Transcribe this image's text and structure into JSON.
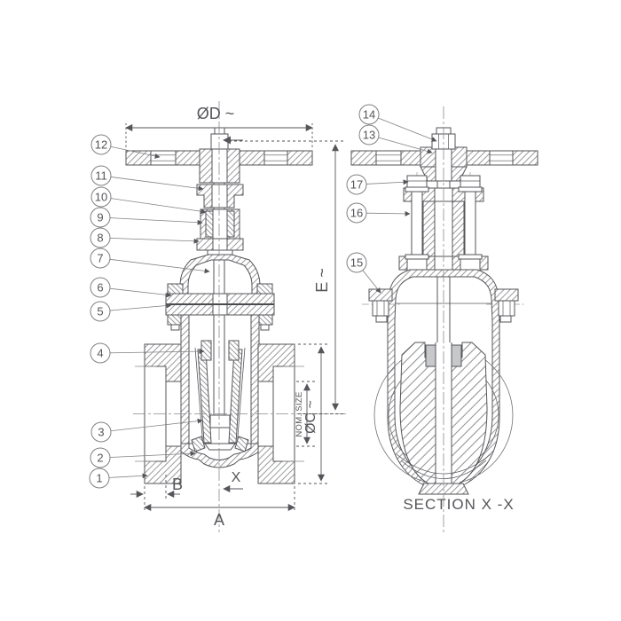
{
  "colors": {
    "background": "#ffffff",
    "line": "#55565a",
    "leader": "#808184",
    "hatch": "#6f7073"
  },
  "dimensions": {
    "diameter_d": "ØD ~",
    "height_e": "E ~",
    "diameter_c": "ØC ~",
    "nominal_size": "NOM. SIZE",
    "face_to_face": "A",
    "flange_thickness": "B",
    "section_cut": "X"
  },
  "section_title": "SECTION X -X",
  "callouts": [
    "1",
    "2",
    "3",
    "4",
    "5",
    "6",
    "7",
    "8",
    "9",
    "10",
    "11",
    "12",
    "13",
    "14",
    "15",
    "16",
    "17"
  ]
}
